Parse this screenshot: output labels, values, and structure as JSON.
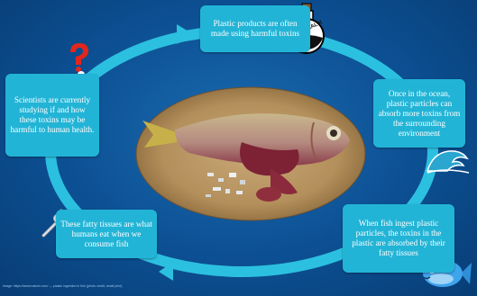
{
  "cycle": {
    "steps": [
      {
        "text": "Plastic products are often made using harmful toxins"
      },
      {
        "text": "Once in the ocean, plastic particles can absorb more toxins from the surrounding environment"
      },
      {
        "text": "When fish ingest plastic particles, the toxins in the plastic are absorbed by their fatty tissues"
      },
      {
        "text": "These fatty tissues are what humans eat when we consume fish"
      },
      {
        "text": "Scientists are currently studying if and how these toxins may be harmful to human health."
      }
    ]
  },
  "bottle": {
    "label": "CHEMICAL X"
  },
  "credit": "Image: https://www.nature.com/ — plastic ingestion in fish (photo credit, small print)",
  "colors": {
    "background": "#0c4f92",
    "ring": "#22b4d6",
    "box": "#22b4d6",
    "text": "#ffffff"
  },
  "icons": [
    "question-figure-icon",
    "chemical-bottle-icon",
    "wave-icon",
    "fish-cartoon-icon",
    "fork-icon"
  ]
}
